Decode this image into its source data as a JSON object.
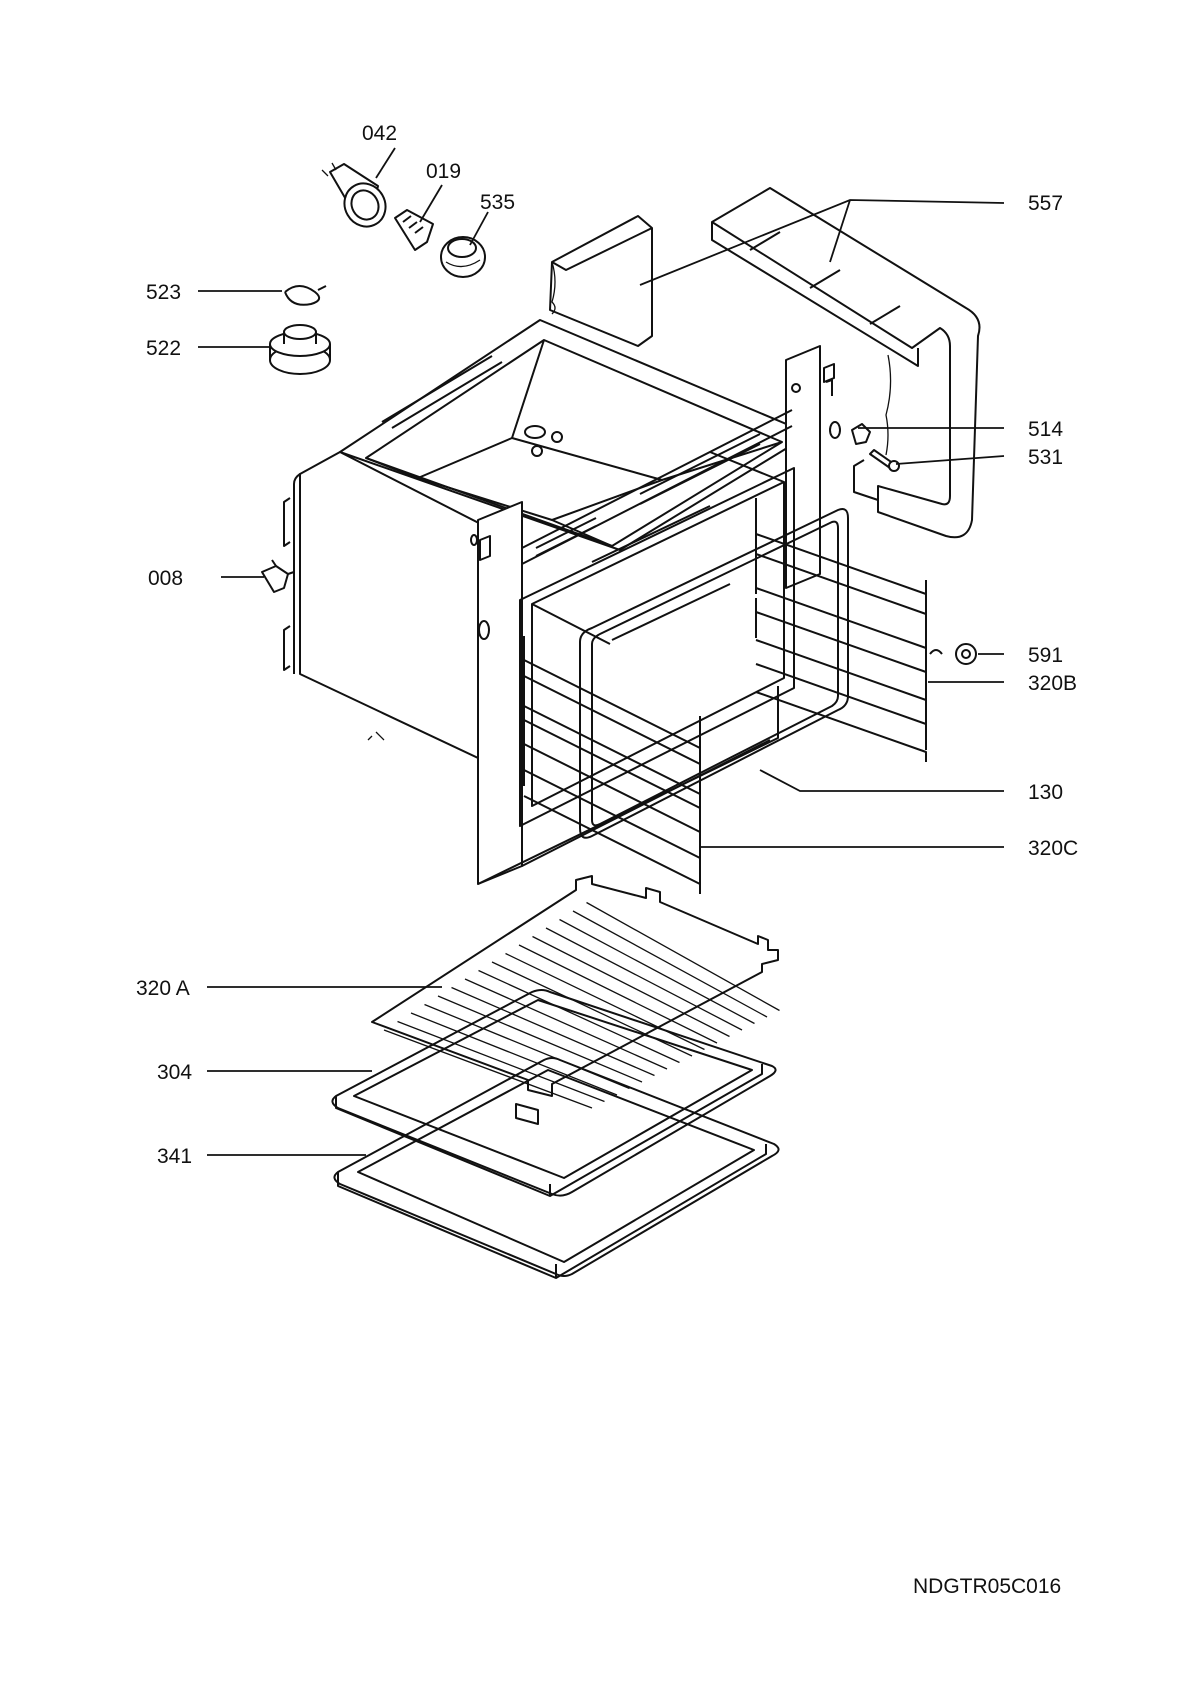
{
  "drawing_code": "NDGTR05C016",
  "callouts": {
    "p042": "042",
    "p019": "019",
    "p535": "535",
    "p557": "557",
    "p523": "523",
    "p522": "522",
    "p514": "514",
    "p531": "531",
    "p008": "008",
    "p591": "591",
    "p320B": "320B",
    "p130": "130",
    "p320C": "320C",
    "p320A": "320 A",
    "p304": "304",
    "p341": "341"
  }
}
